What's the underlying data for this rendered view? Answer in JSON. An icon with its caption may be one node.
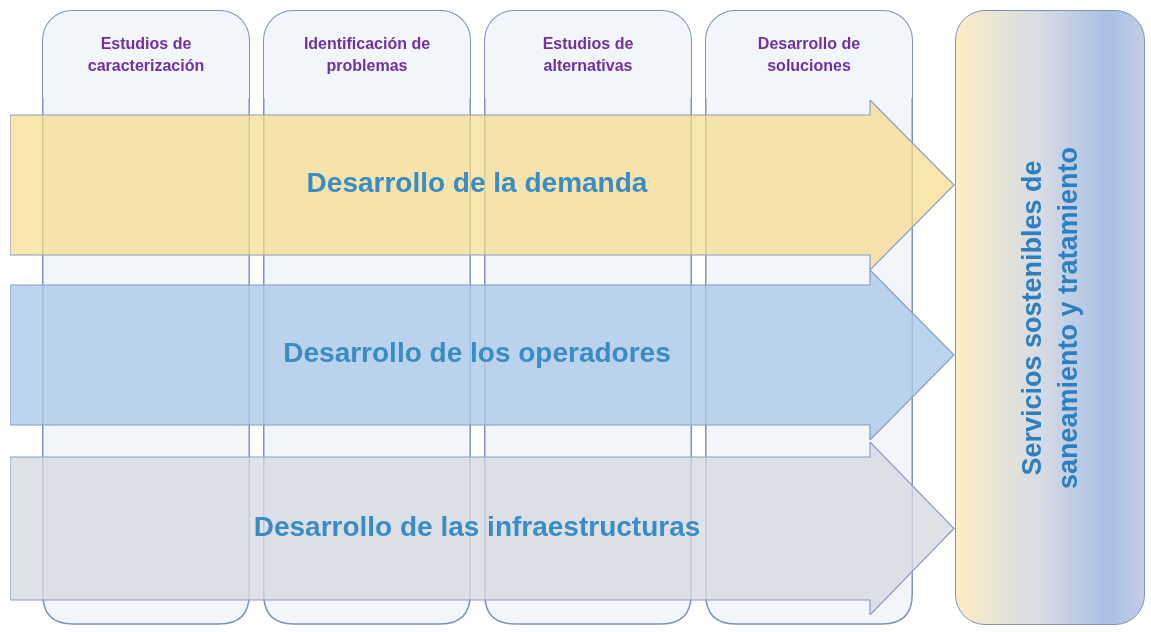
{
  "diagram": {
    "nodes": [
      {
        "text": [
          "Estudios de caracterización"
        ]
      },
      {
        "text": [
          "Identificación de problemas"
        ]
      },
      {
        "text": [
          "Estudios de alternativas"
        ]
      },
      {
        "text": [
          "Desarrollo de soluciones"
        ]
      },
      {
        "text": [
          "Desarrollo de la demanda"
        ]
      },
      {
        "text": [
          "Desarrollo de los operadores"
        ]
      },
      {
        "text": [
          "Desarrollo de las infraestructuras"
        ]
      },
      {
        "text": [
          "Servicios sostenibles de saneamiento y tratamiento"
        ]
      }
    ]
  }
}
